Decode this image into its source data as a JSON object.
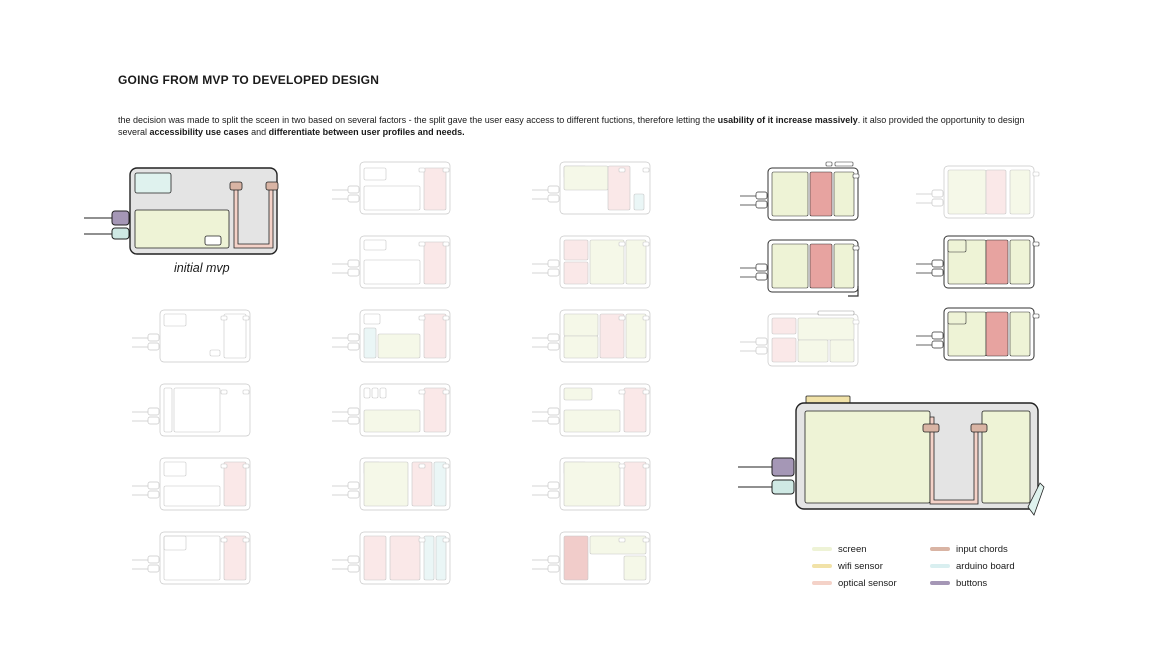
{
  "header": {
    "title": "GOING FROM MVP TO DEVELOPED DESIGN",
    "description": [
      {
        "text": "the decision was made to split the sceen in two based on several factors - the split gave the user easy access to different fuctions, therefore letting the ",
        "bold": false
      },
      {
        "text": "usability of it increase massively",
        "bold": true
      },
      {
        "text": ". it also provided the opportunity to design several ",
        "bold": false
      },
      {
        "text": "accessibility use cases",
        "bold": true
      },
      {
        "text": " and ",
        "bold": false
      },
      {
        "text": "differentiate between user profiles and needs.",
        "bold": true
      }
    ]
  },
  "mvp": {
    "caption": "initial mvp"
  },
  "colors": {
    "screen": "#eef3d6",
    "wifi_sensor": "#f1e2a8",
    "optical_sensor": "#f4d2c8",
    "input_chords": "#d9b4a4",
    "arduino_board": "#d9eff0",
    "buttons": "#a597b6",
    "case_fill": "#e4e4e4",
    "pink": "#f6d7d7",
    "red": "#e7a3a0"
  },
  "legend": [
    {
      "label": "screen",
      "color": "#eef3d6"
    },
    {
      "label": "input chords",
      "color": "#d9b4a4"
    },
    {
      "label": "wifi sensor",
      "color": "#f1e2a8"
    },
    {
      "label": "arduino board",
      "color": "#d9eff0"
    },
    {
      "label": "optical sensor",
      "color": "#f4d2c8"
    },
    {
      "label": "buttons",
      "color": "#a597b6"
    }
  ]
}
